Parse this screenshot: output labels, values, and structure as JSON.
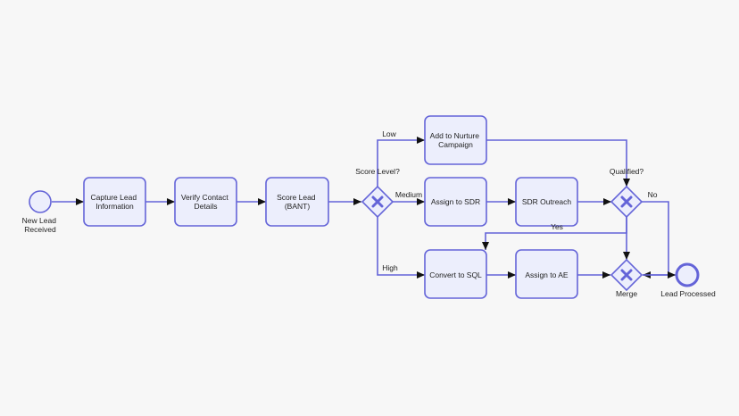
{
  "diagram": {
    "events": {
      "start": {
        "label_lines": [
          "New Lead",
          "Received"
        ]
      },
      "end": {
        "label": "Lead Processed"
      }
    },
    "tasks": {
      "capture": {
        "lines": [
          "Capture Lead",
          "Information"
        ]
      },
      "verify": {
        "lines": [
          "Verify Contact",
          "Details"
        ]
      },
      "score": {
        "lines": [
          "Score Lead",
          "(BANT)"
        ]
      },
      "nurture": {
        "lines": [
          "Add to Nurture",
          "Campaign"
        ]
      },
      "assign_sdr": {
        "lines": [
          "Assign to SDR"
        ]
      },
      "sdr_outreach": {
        "lines": [
          "SDR Outreach"
        ]
      },
      "convert_sql": {
        "lines": [
          "Convert to SQL"
        ]
      },
      "assign_ae": {
        "lines": [
          "Assign to AE"
        ]
      }
    },
    "gateways": {
      "score_level": {
        "label": "Score Level?"
      },
      "qualified": {
        "label": "Qualified?"
      },
      "merge": {
        "label": "Merge"
      }
    },
    "flow_labels": {
      "low": "Low",
      "medium": "Medium",
      "high": "High",
      "no": "No",
      "yes": "Yes"
    },
    "colors": {
      "stroke": "#6464d8",
      "fill": "#eceefc",
      "background": "#f7f7f7",
      "text": "#222222"
    }
  }
}
